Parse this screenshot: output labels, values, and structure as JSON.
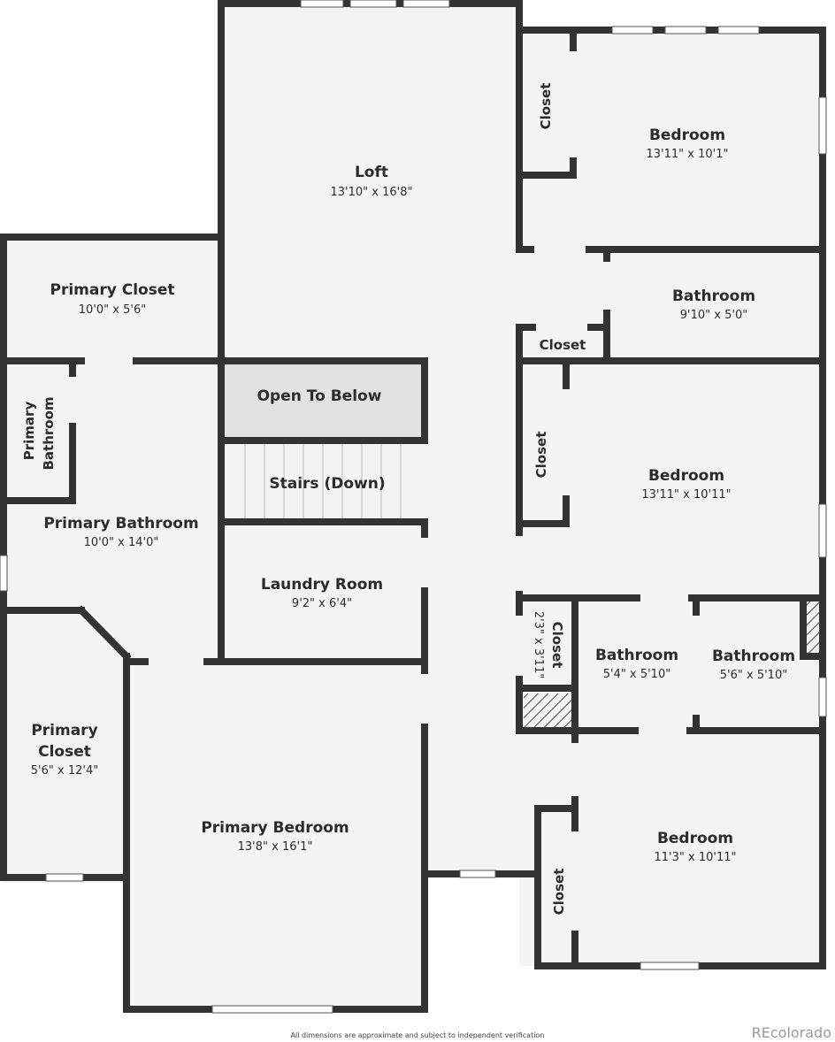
{
  "rooms": {
    "loft": {
      "name": "Loft",
      "dim": "13'10\" x 16'8\""
    },
    "bedroom_top": {
      "name": "Bedroom",
      "dim": "13'11\" x 10'1\""
    },
    "closet_top": {
      "name": "Closet"
    },
    "primary_closet_top": {
      "name": "Primary Closet",
      "dim": "10'0\" x 5'6\""
    },
    "bathroom_top": {
      "name": "Bathroom",
      "dim": "9'10\" x 5'0\""
    },
    "closet_hall": {
      "name": "Closet"
    },
    "primary_bathroom_small": {
      "name_line1": "Primary",
      "name_line2": "Bathroom"
    },
    "open_to_below": {
      "name": "Open To Below"
    },
    "stairs": {
      "name": "Stairs (Down)"
    },
    "closet_mid": {
      "name": "Closet"
    },
    "bedroom_mid": {
      "name": "Bedroom",
      "dim": "13'11\" x 10'11\""
    },
    "primary_bathroom": {
      "name": "Primary Bathroom",
      "dim": "10'0\" x 14'0\""
    },
    "laundry": {
      "name": "Laundry Room",
      "dim": "9'2\" x 6'4\""
    },
    "closet_small": {
      "name": "Closet",
      "dim": "2'3\" x 3'11\""
    },
    "bathroom_a": {
      "name": "Bathroom",
      "dim": "5'4\" x 5'10\""
    },
    "bathroom_b": {
      "name": "Bathroom",
      "dim": "5'6\" x 5'10\""
    },
    "primary_closet_bottom": {
      "name_line1": "Primary",
      "name_line2": "Closet",
      "dim": "5'6\" x 12'4\""
    },
    "primary_bedroom": {
      "name": "Primary Bedroom",
      "dim": "13'8\" x 16'1\""
    },
    "bedroom_bottom": {
      "name": "Bedroom",
      "dim": "11'3\" x 10'11\""
    },
    "closet_bottom": {
      "name": "Closet"
    }
  },
  "footer": {
    "disclaimer": "All dimensions are approximate and subject to independent verification",
    "brand": "REcolorado"
  },
  "colors": {
    "wall": "#333333",
    "floor": "#f4f4f4",
    "open_area": "#e2e2e2",
    "window": "#ffffff"
  }
}
